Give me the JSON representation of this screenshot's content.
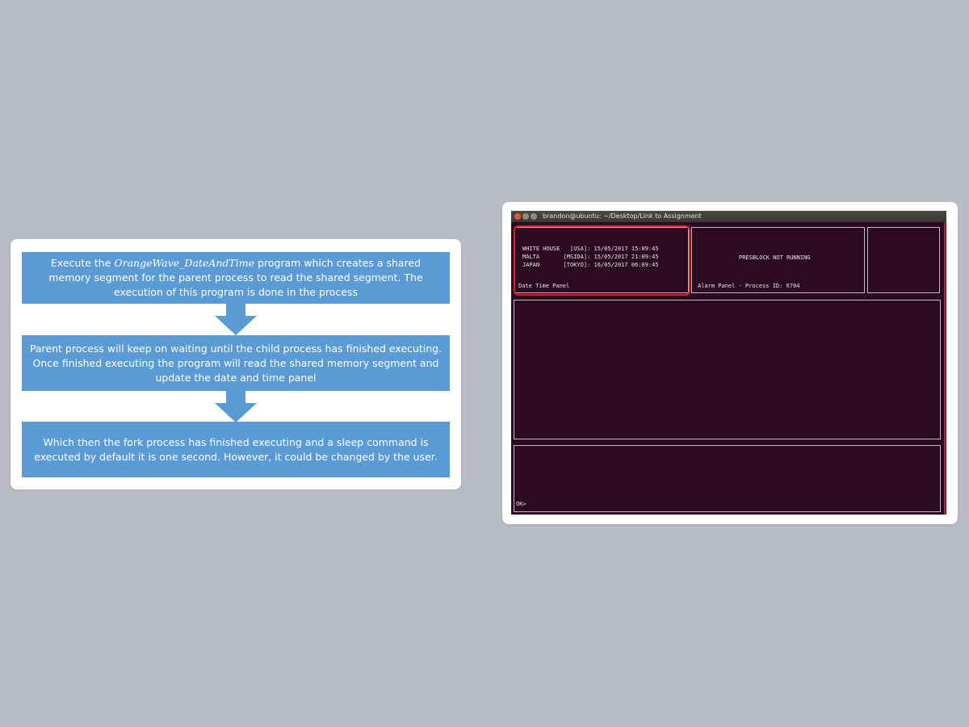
{
  "flow": {
    "steps": [
      {
        "prefix": "Execute the ",
        "program_name": "OrangeWave_DateAndTime",
        "suffix": " program which creates a shared memory segment for the parent process to read the shared segment. The execution of this program is done in the process"
      },
      {
        "text": "Parent process will keep on waiting until the child process has finished executing. Once finished executing the program will read the shared memory segment and update the date and time panel"
      },
      {
        "text": "Which then the fork process has finished executing and a sleep command is executed by default it is one second. However, it could be changed by the user."
      }
    ],
    "colors": {
      "box": "#5b9bd5",
      "text": "#ffffff"
    }
  },
  "terminal": {
    "window_title": "brandon@ubuntu: ~/Desktop/Link to Assignment",
    "date_time_panel": {
      "rows": [
        "WHITE HOUSE   [USA]: 15/05/2017 15:09:45",
        "MALTA       [MSIDA]: 15/05/2017 21:09:45",
        "JAPAN       [TOKYO]: 16/05/2017 06:09:45"
      ],
      "label": "Date Time Panel"
    },
    "alarm_panel": {
      "status": "PRESBLOCK NOT RUNNING",
      "label": "Alarm Panel - Process ID: 6704"
    },
    "prompt": "OK>",
    "colors": {
      "background": "#2c0a22",
      "highlight": "#d81f26"
    }
  }
}
